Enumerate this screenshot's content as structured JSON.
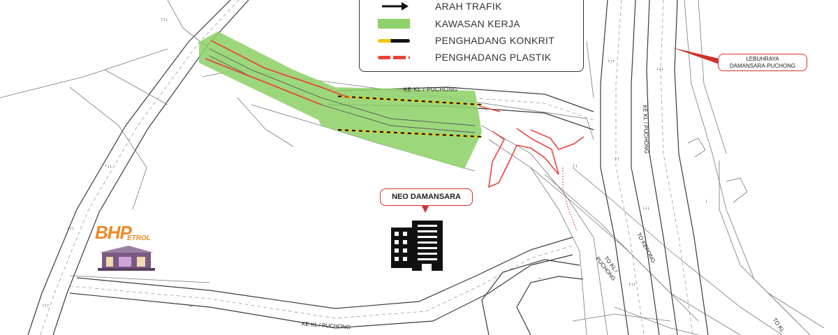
{
  "legend": {
    "items": [
      {
        "label": "ARAH TRAFIK",
        "icon": "arrow-icon"
      },
      {
        "label": "KAWASAN KERJA",
        "icon": "work-zone-swatch",
        "color": "#8fd16a"
      },
      {
        "label": "PENGHADANG KONKRIT",
        "icon": "concrete-barrier-line",
        "colors": [
          "#f5c400",
          "#111111"
        ]
      },
      {
        "label": "PENGHADANG PLASTIK",
        "icon": "plastic-barrier-line",
        "color": "#e8453c"
      }
    ]
  },
  "callouts": {
    "neo_damansara": "NEO DAMANSARA",
    "lebuhraya_line1": "LEBUHRAYA",
    "lebuhraya_line2": "DAMANSARA-PUCHONG"
  },
  "road_labels": {
    "ke_kl_puchong_top": "KE KL / PUCHONG",
    "ke_kl_puchong_right": "KE KL / PUCHONG",
    "ke_kl_puchong_bottom": "KE KL / PUCHONG",
    "to_kepong": "TO KEPONG",
    "to_kl_line1": "TO KL /",
    "to_kl_line2": "PUCHONG",
    "to_kl_bottom": "TO KL"
  },
  "logo": {
    "brand": "BHP",
    "sub": "ETROL"
  },
  "colors": {
    "work_zone": "#8fd16a",
    "plastic_barrier": "#e8453c",
    "concrete_yellow": "#f5c400",
    "concrete_black": "#111111",
    "callout_border": "#d0312d",
    "logo_orange": "#f08a24"
  }
}
